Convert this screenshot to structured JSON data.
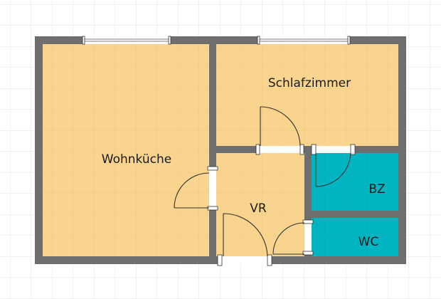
{
  "floor_plan": {
    "rooms": [
      {
        "id": "wohnkueche",
        "label": "Wohnküche",
        "color": "#f9d48f"
      },
      {
        "id": "schlafzimmer",
        "label": "Schlafzimmer",
        "color": "#f9d48f"
      },
      {
        "id": "vr",
        "label": "VR",
        "color": "#f9d48f"
      },
      {
        "id": "bz",
        "label": "BZ",
        "color": "#00b5c1"
      },
      {
        "id": "wc",
        "label": "WC",
        "color": "#00b5c1"
      }
    ],
    "colors": {
      "wall": "#6e6e6e",
      "background_grid": "#e6e6e6",
      "room_grid": "#f2ca7e",
      "wet_room_grid": "#09a5b0"
    }
  }
}
